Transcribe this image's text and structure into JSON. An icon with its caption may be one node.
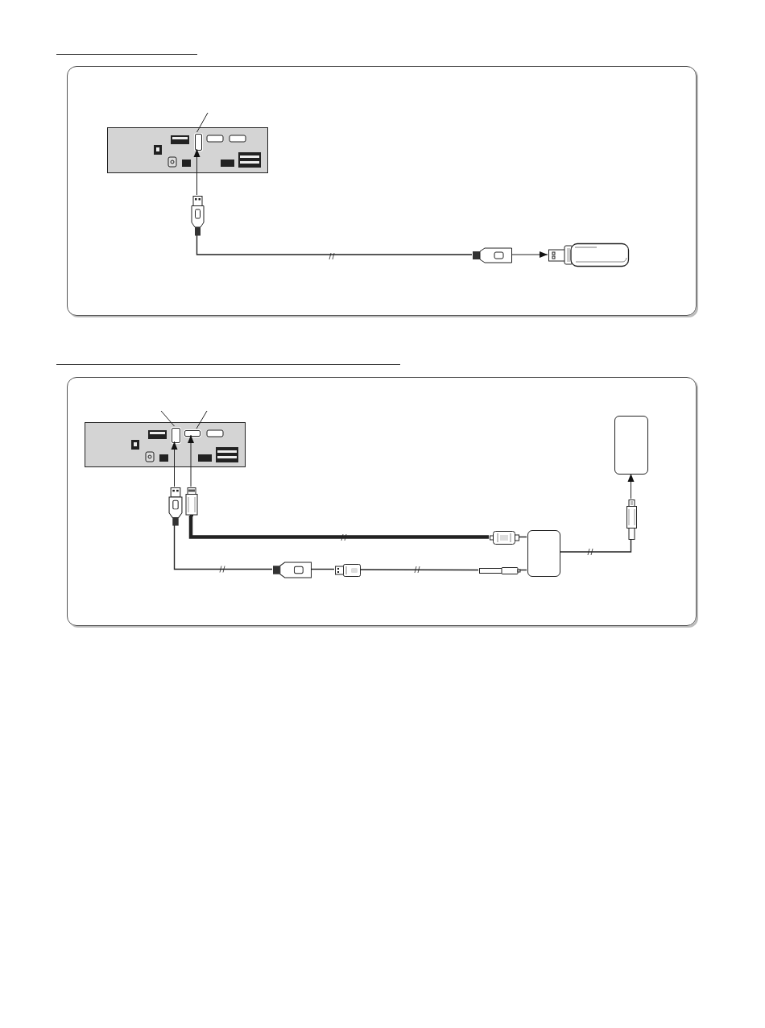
{
  "diagram": {
    "nodes": [
      {
        "text": [],
        "shape": "box"
      },
      {
        "text": [],
        "shape": "box",
        "in": 0
      },
      {
        "text": [],
        "shape": "box",
        "in": 1
      },
      {
        "text": [],
        "shape": "picture",
        "in": 0
      },
      {
        "text": [],
        "shape": "picture",
        "in": 0
      },
      {
        "text": [],
        "shape": "picture",
        "in": 0
      },
      {
        "text": [],
        "shape": "box"
      },
      {
        "text": [],
        "shape": "box",
        "in": 6
      },
      {
        "text": [],
        "shape": "box",
        "in": 7
      },
      {
        "text": [],
        "shape": "box",
        "in": 7
      },
      {
        "text": [],
        "shape": "picture",
        "in": 6
      },
      {
        "text": [],
        "shape": "picture",
        "in": 6
      },
      {
        "text": [],
        "shape": "picture",
        "in": 6
      },
      {
        "text": [],
        "shape": "picture",
        "in": 6
      },
      {
        "text": [],
        "shape": "picture",
        "in": 6
      },
      {
        "text": [],
        "shape": "picture",
        "in": 6
      },
      {
        "text": [],
        "shape": "box",
        "in": 6
      },
      {
        "text": [],
        "shape": "picture",
        "in": 6
      },
      {
        "text": [],
        "shape": "box",
        "in": 6
      }
    ],
    "edges": [
      {
        "from": 3,
        "to": 2,
        "arrow": "to"
      },
      {
        "from": null,
        "to": 2,
        "arrow": "none"
      },
      {
        "from": 3,
        "to": 4,
        "arrow": "none"
      },
      {
        "from": 4,
        "to": 5,
        "arrow": "to"
      },
      {
        "from": 10,
        "to": 8,
        "arrow": "to"
      },
      {
        "from": 11,
        "to": 9,
        "arrow": "to"
      },
      {
        "from": null,
        "to": 8,
        "arrow": "none"
      },
      {
        "from": null,
        "to": 9,
        "arrow": "none"
      },
      {
        "from": 10,
        "to": 12,
        "arrow": "none"
      },
      {
        "from": 11,
        "to": 15,
        "arrow": "none",
        "style": "thick"
      },
      {
        "from": 12,
        "to": 13,
        "arrow": "none"
      },
      {
        "from": 13,
        "to": 14,
        "arrow": "none"
      },
      {
        "from": 15,
        "to": 16,
        "arrow": "none"
      },
      {
        "from": 14,
        "to": 16,
        "arrow": "none"
      },
      {
        "from": 16,
        "to": 17,
        "arrow": "none"
      },
      {
        "from": 17,
        "to": 18,
        "arrow": "to"
      }
    ]
  }
}
